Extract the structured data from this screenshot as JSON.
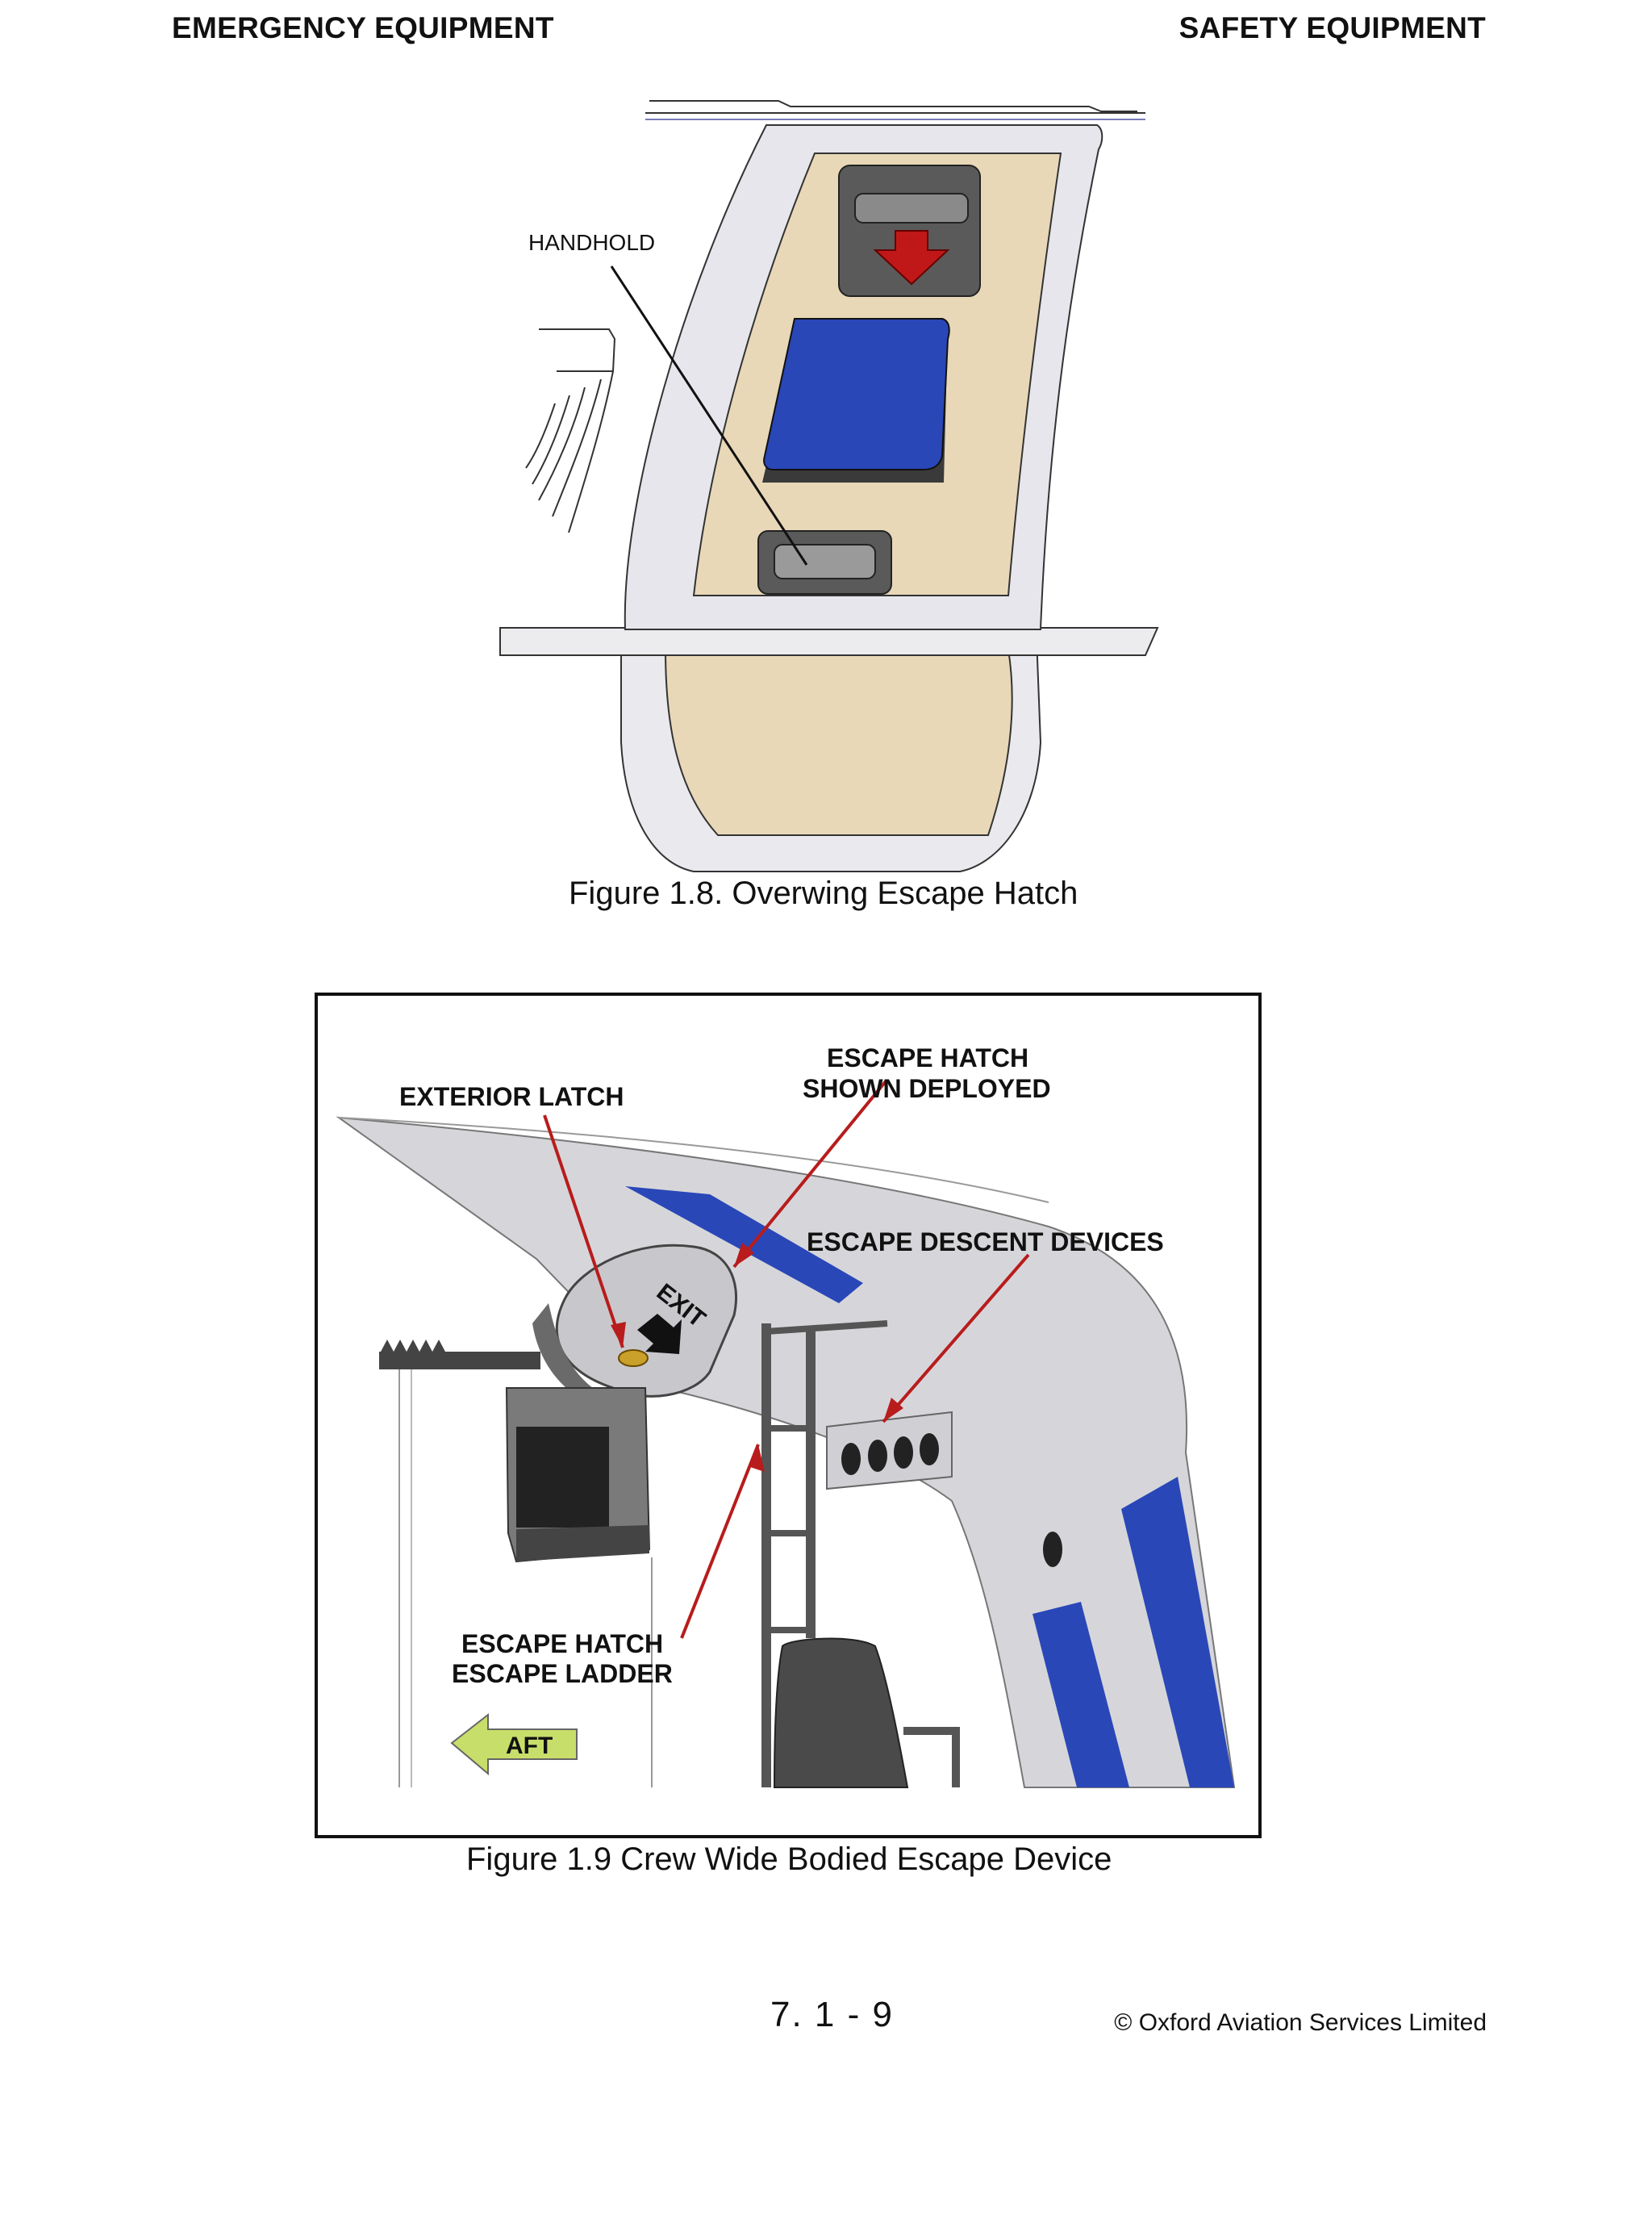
{
  "header": {
    "left": "EMERGENCY EQUIPMENT",
    "right": "SAFETY EQUIPMENT"
  },
  "figure_1": {
    "label_handhold": "HANDHOLD",
    "caption": "Figure 1.8.  Overwing Escape Hatch"
  },
  "figure_2": {
    "label_exterior_latch": "EXTERIOR LATCH",
    "label_hatch_deployed_1": "ESCAPE HATCH",
    "label_hatch_deployed_2": "SHOWN DEPLOYED",
    "label_descent_devices": "ESCAPE DESCENT DEVICES",
    "label_ladder_1": "ESCAPE HATCH",
    "label_ladder_2": "ESCAPE LADDER",
    "label_exit": "EXIT",
    "label_aft": "AFT",
    "caption": "Figure 1.9 Crew Wide Bodied Escape Device"
  },
  "footer": {
    "page_number": "7. 1 - 9",
    "copyright": "© Oxford Aviation Services Limited"
  },
  "colors": {
    "panel_beige": "#e8d8b8",
    "frame_grey": "#e6e6ec",
    "handle_blue": "#2a47b8",
    "arrow_red": "#c01818",
    "callout_red": "#b81c1c",
    "aft_green": "#c8de6a"
  }
}
